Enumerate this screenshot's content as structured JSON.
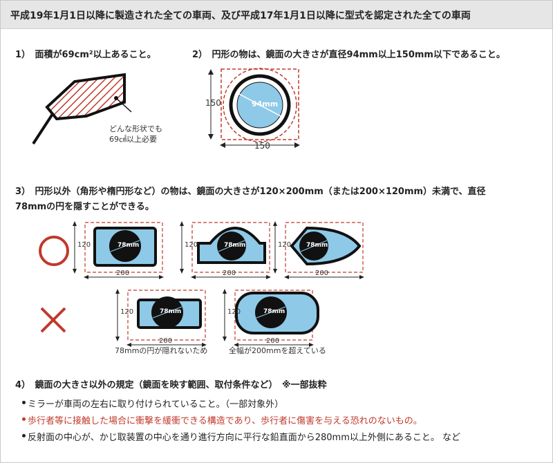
{
  "header": {
    "title": "平成19年1月1日以降に製造された全ての車両、及び平成17年1月1日以降に型式を認定された全ての車両"
  },
  "section1": {
    "title": "1）　面積が69cm²以上あること。",
    "note_line1": "どんな形状でも",
    "note_line2": "69㎠以上必要"
  },
  "section2": {
    "title": "2）　円形の物は、鏡面の大きさが直径94mm以上150mm以下であること。",
    "label_diameter": "94mm",
    "label_height": "150",
    "label_width": "150"
  },
  "section3": {
    "title_line1": "3）　円形以外（角形や楕円形など）の物は、鏡面の大きさが120×200mm（または200×120mm）未満で、直径",
    "title_line2": "78mmの円を隠すことができる。",
    "circle_label": "78mm",
    "dim_height": "120",
    "dim_width": "200",
    "ok_symbol": "○",
    "ng_symbol": "×",
    "ng_caption1": "78mmの円が隠れないため",
    "ng_caption2": "全幅が200mmを超えている"
  },
  "section4": {
    "title": "4）　鏡面の大きさ以外の規定（鏡面を映す範囲、取付条件など）　※一部抜粋",
    "items": [
      {
        "text": "ミラーが車両の左右に取り付けられていること。（一部対象外）",
        "color": "#222222"
      },
      {
        "text": "歩行者等に接触した場合に衝撃を緩衝できる構造であり、歩行者に傷害を与える恐れのないもの。",
        "color": "#c0392b"
      },
      {
        "text": "反射面の中心が、かじ取装置の中心を通り進行方向に平行な鉛直面から280mm以上外側にあること。 など",
        "color": "#222222"
      }
    ]
  },
  "colors": {
    "red": "#c0392b",
    "mirror_blue": "#8ec9e8",
    "frame": "#111111",
    "hatch": "#c0392b"
  }
}
